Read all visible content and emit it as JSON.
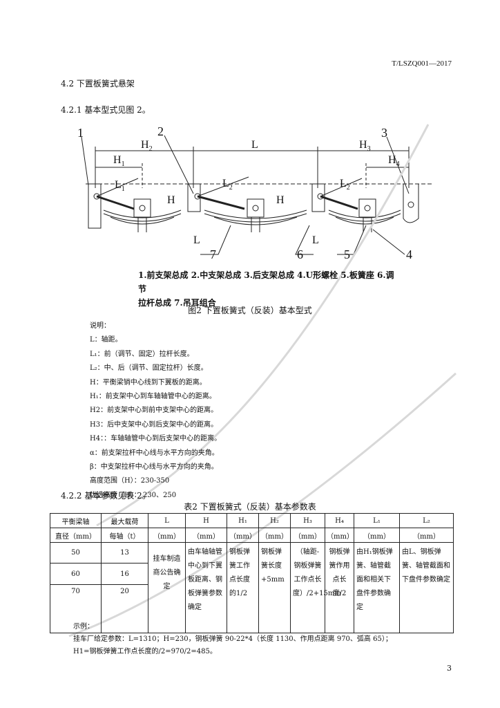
{
  "header": {
    "standard_no": "T/LSZQ001—2017"
  },
  "section": {
    "heading": "4.2  下置板簧式悬架",
    "sub1": "4.2.1 基本型式见图 2。",
    "sub2": "4.2.2  基本参数见表 2。"
  },
  "figure": {
    "callouts": [
      "1",
      "2",
      "3",
      "4",
      "5",
      "6",
      "7"
    ],
    "dims": {
      "H2": "H",
      "H2_sub": "2",
      "L": "L",
      "H3": "H",
      "H3_sub": "3",
      "H1": "H",
      "H1_sub": "1",
      "H4": "H",
      "H4_sub": "4",
      "L1": "L",
      "L1_sub": "1",
      "L2": "L",
      "L2_sub": "2",
      "H": "H",
      "Lbottom": "L"
    },
    "legend_line1": "1.前支架总成 2.中支架总成 3.后支架总成 4.U形螺栓 5.板簧座 6.调节",
    "legend_line2": "拉杆总成 7.吊耳组合",
    "caption": "图2    下置板簧式（反装）基本型式"
  },
  "notes": [
    "说明：",
    "L：轴距。",
    "L₁：前（调节、固定）拉杆长度。",
    "L₂：中、后（调节、固定拉杆）长度。",
    "H：平衡梁销中心线到下翼板的距离。",
    "H₁：前支架中心到车轴轴管中心的距离。",
    "H2：前支架中心到前中支架中心的距离。",
    "H3：后中支架中心到后支架中心的距离。",
    "H4：：车轴轴管中心到后支架中心的距离。",
    "α：前支架拉杆中心线与水平方向的夹角。",
    "β：中支架拉杆中心线与水平方向的夹角。",
    "高度范围（H）：230-350",
    "优选高度（H）：  230、250"
  ],
  "table": {
    "caption": "表2    下置板簧式（反装）基本参数表",
    "head_row1": [
      "平衡梁轴",
      "最大载荷",
      "L",
      "H",
      "H₁",
      "H₂",
      "H₃",
      "H₄",
      "L₁",
      "L₂"
    ],
    "head_row2": [
      "直径（mm）",
      "每轴（t）",
      "（mm）",
      "（mm）",
      "（mm）",
      "（mm）",
      "（mm）",
      "（mm）",
      "（mm）",
      "（mm）"
    ],
    "rows": [
      [
        "50",
        "13"
      ],
      [
        "60",
        "16"
      ],
      [
        "70",
        "20"
      ]
    ],
    "merged": {
      "L": "挂车制造商公告确定",
      "H": "由车轴轴管中心到下翼板距离、钢板弹簧参数确定",
      "H1": "钢板弹簧工作点长度的1/2",
      "H2": "钢板弹簧长度+5mm",
      "H3": "（轴距-钢板弹簧工作点长度）/2+15mm",
      "H4": "钢板弹簧作用点长度/2",
      "L1": "由H₁钢板弹簧、轴管截面和相关下盘件参数确定",
      "L2": "由L、钢板弹簧、轴管截面和下盘件参数确定"
    }
  },
  "example": {
    "label": "示例：",
    "line1": "挂车厂给定参数：L=1310；H=230，钢板弹簧 90-22*4（长度 1130、作用点距离 970、弧高 65）；",
    "line2": "H1=钢板弹簧工作点长度的/2=970/2=485。"
  },
  "page_number": "3"
}
